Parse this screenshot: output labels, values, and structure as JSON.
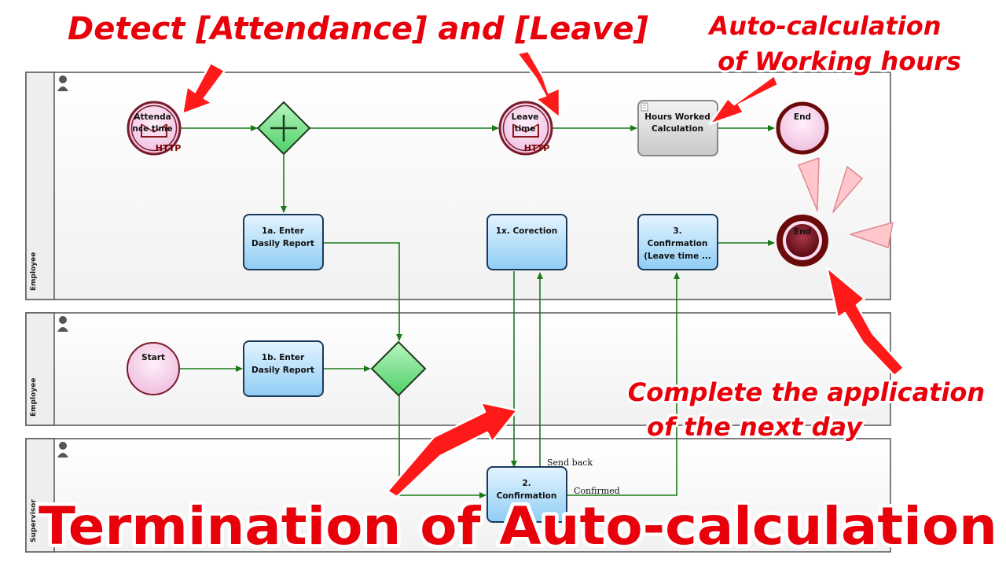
{
  "lanes": [
    {
      "label": "Employee"
    },
    {
      "label": "Employee"
    },
    {
      "label": "Supervisor"
    }
  ],
  "nodes": {
    "attendance_line1": "Attenda",
    "attendance_line2": "nce time",
    "attendance_http": "HTTP",
    "leave_line1": "Leave",
    "leave_line2": "time",
    "leave_http": "HTTP",
    "hours_line1": "Hours Worked",
    "hours_line2": "Calculation",
    "end_top": "End",
    "end_bottom": "End",
    "task_1a_line1": "1a. Enter",
    "task_1a_line2": "Dasily Report",
    "task_1x": "1x. Corection",
    "task_3_line1": "3.",
    "task_3_line2": "Confirmation",
    "task_3_line3": "(Leave time ...",
    "start": "Start",
    "task_1b_line1": "1b. Enter",
    "task_1b_line2": "Dasily Report",
    "task_2_line1": "2.",
    "task_2_line2": "Confirmation"
  },
  "edges": {
    "send_back": "Send back",
    "confirmed": "Confirmed"
  },
  "annotations": {
    "detect": "Detect [Attendance] and [Leave]",
    "auto_calc_line1": "Auto-calculation",
    "auto_calc_line2": "of Working hours",
    "complete_line1": "Complete the application",
    "complete_line2": "of the next day",
    "termination": "Termination of Auto-calculation"
  },
  "colors": {
    "annotation_red": "#e8000a",
    "flow_green": "#1a7a1a",
    "task_blue": "#bfe3fb",
    "gateway_green": "#7fe38f",
    "event_pink": "#f7d6ee",
    "end_border": "#6a0a0a"
  }
}
